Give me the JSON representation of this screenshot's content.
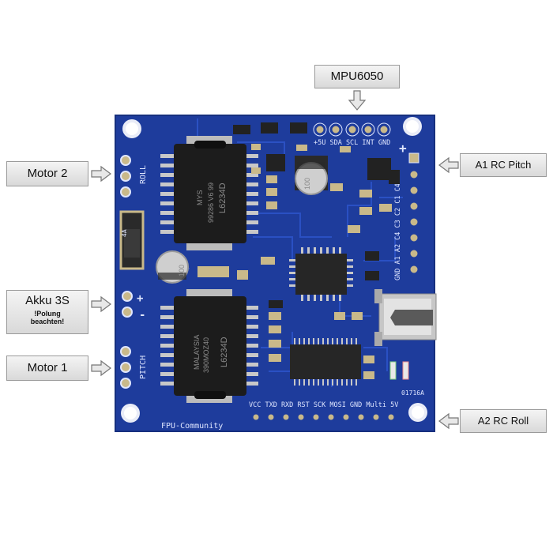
{
  "callouts": {
    "mpu": "MPU6050",
    "motor2": "Motor 2",
    "akku": "Akku 3S",
    "polung_1": "!Polung",
    "polung_2": "beachten!",
    "motor1": "Motor 1",
    "a1": "A1 RC Pitch",
    "a2": "A2 RC Roll"
  },
  "silkscreen": {
    "top_header": "+5U SDA SCL INT GND",
    "right_header": "GND A1 A2 C4 C3 C2 C1 C4M",
    "bottom_header": "VCC TXD RXD RST SCK MOSI GND Multi 5V",
    "roll": "ROLL",
    "pitch": "PITCH",
    "plus": "+",
    "minus": "-",
    "brand": "FPU-Community",
    "code": "01716A",
    "fuse": "4A",
    "plus_top": "+"
  },
  "chips": {
    "driver_top_1": "L6234D",
    "driver_top_2": "99286 V6 99",
    "driver_top_3": "MYS",
    "driver_bottom_1": "L6234D",
    "driver_bottom_2": "390MOZ40",
    "driver_bottom_3": "MALAYSIA",
    "cap_top": "100",
    "cap_bottom": "100"
  },
  "colors": {
    "pcb": "#1e3c9c",
    "chip": "#1c1c1c",
    "pad": "#c9b98a"
  }
}
